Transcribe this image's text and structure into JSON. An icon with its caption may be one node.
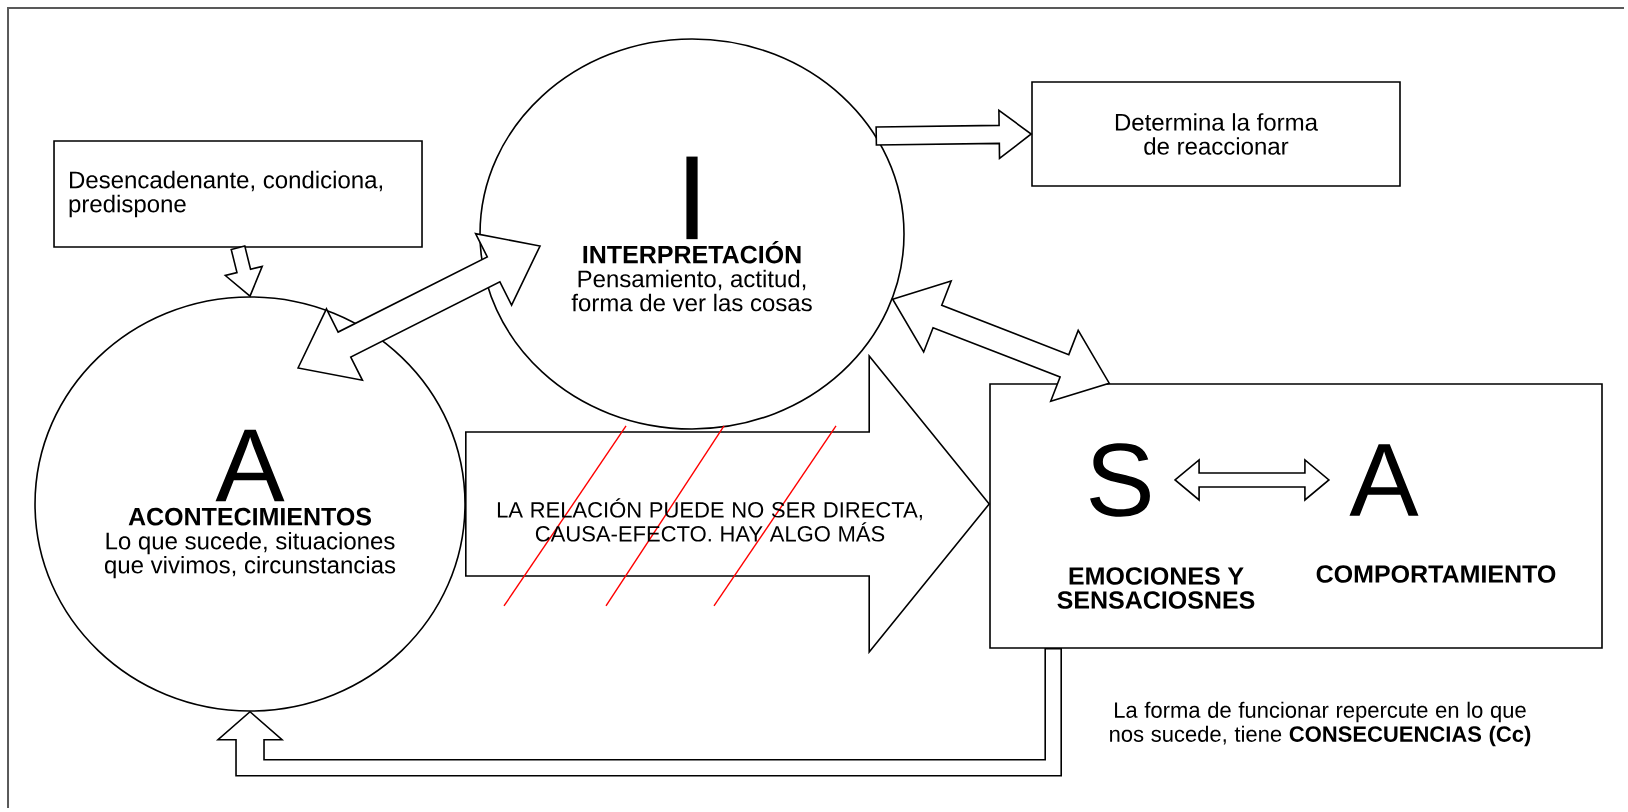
{
  "diagram": {
    "nodes": [
      {
        "text": [
          "Desencadenante, condiciona, predispone"
        ]
      },
      {
        "text": [
          "I",
          "INTERPRETACIÓN",
          "Pensamiento, actitud, forma de ver las cosas"
        ]
      },
      {
        "text": [
          "Determina la forma de reaccionar"
        ]
      },
      {
        "text": [
          "A",
          "ACONTECIMIENTOS",
          "Lo que sucede, situaciones que vivimos, circunstancias"
        ]
      },
      {
        "text": [],
        "shape": "box"
      },
      {
        "text": [
          "S"
        ],
        "beside": [
          "EMOCIONES Y SENSACIOSNES"
        ],
        "in": 4
      },
      {
        "text": [
          "A"
        ],
        "beside": [
          "COMPORTAMIENTO"
        ],
        "in": 4
      }
    ],
    "edges": [
      {
        "from": 0,
        "to": 3,
        "arrow": "to"
      },
      {
        "from": 3,
        "to": 1,
        "arrow": "both"
      },
      {
        "from": 1,
        "to": 2,
        "arrow": "to"
      },
      {
        "from": 1,
        "to": 4,
        "arrow": "both"
      },
      {
        "from": 3,
        "to": 4,
        "arrow": "to",
        "style": "thick",
        "label": "LA RELACIÓN PUEDE NO SER DIRECTA, CAUSA-EFECTO. HAY ALGO MÁS"
      },
      {
        "from": 5,
        "to": 6,
        "arrow": "both"
      },
      {
        "from": 4,
        "to": 3,
        "arrow": "to"
      }
    ],
    "labels": [
      "La forma de funcionar repercute en lo que nos sucede, tiene **CONSECUENCIAS (Cc)**"
    ]
  }
}
